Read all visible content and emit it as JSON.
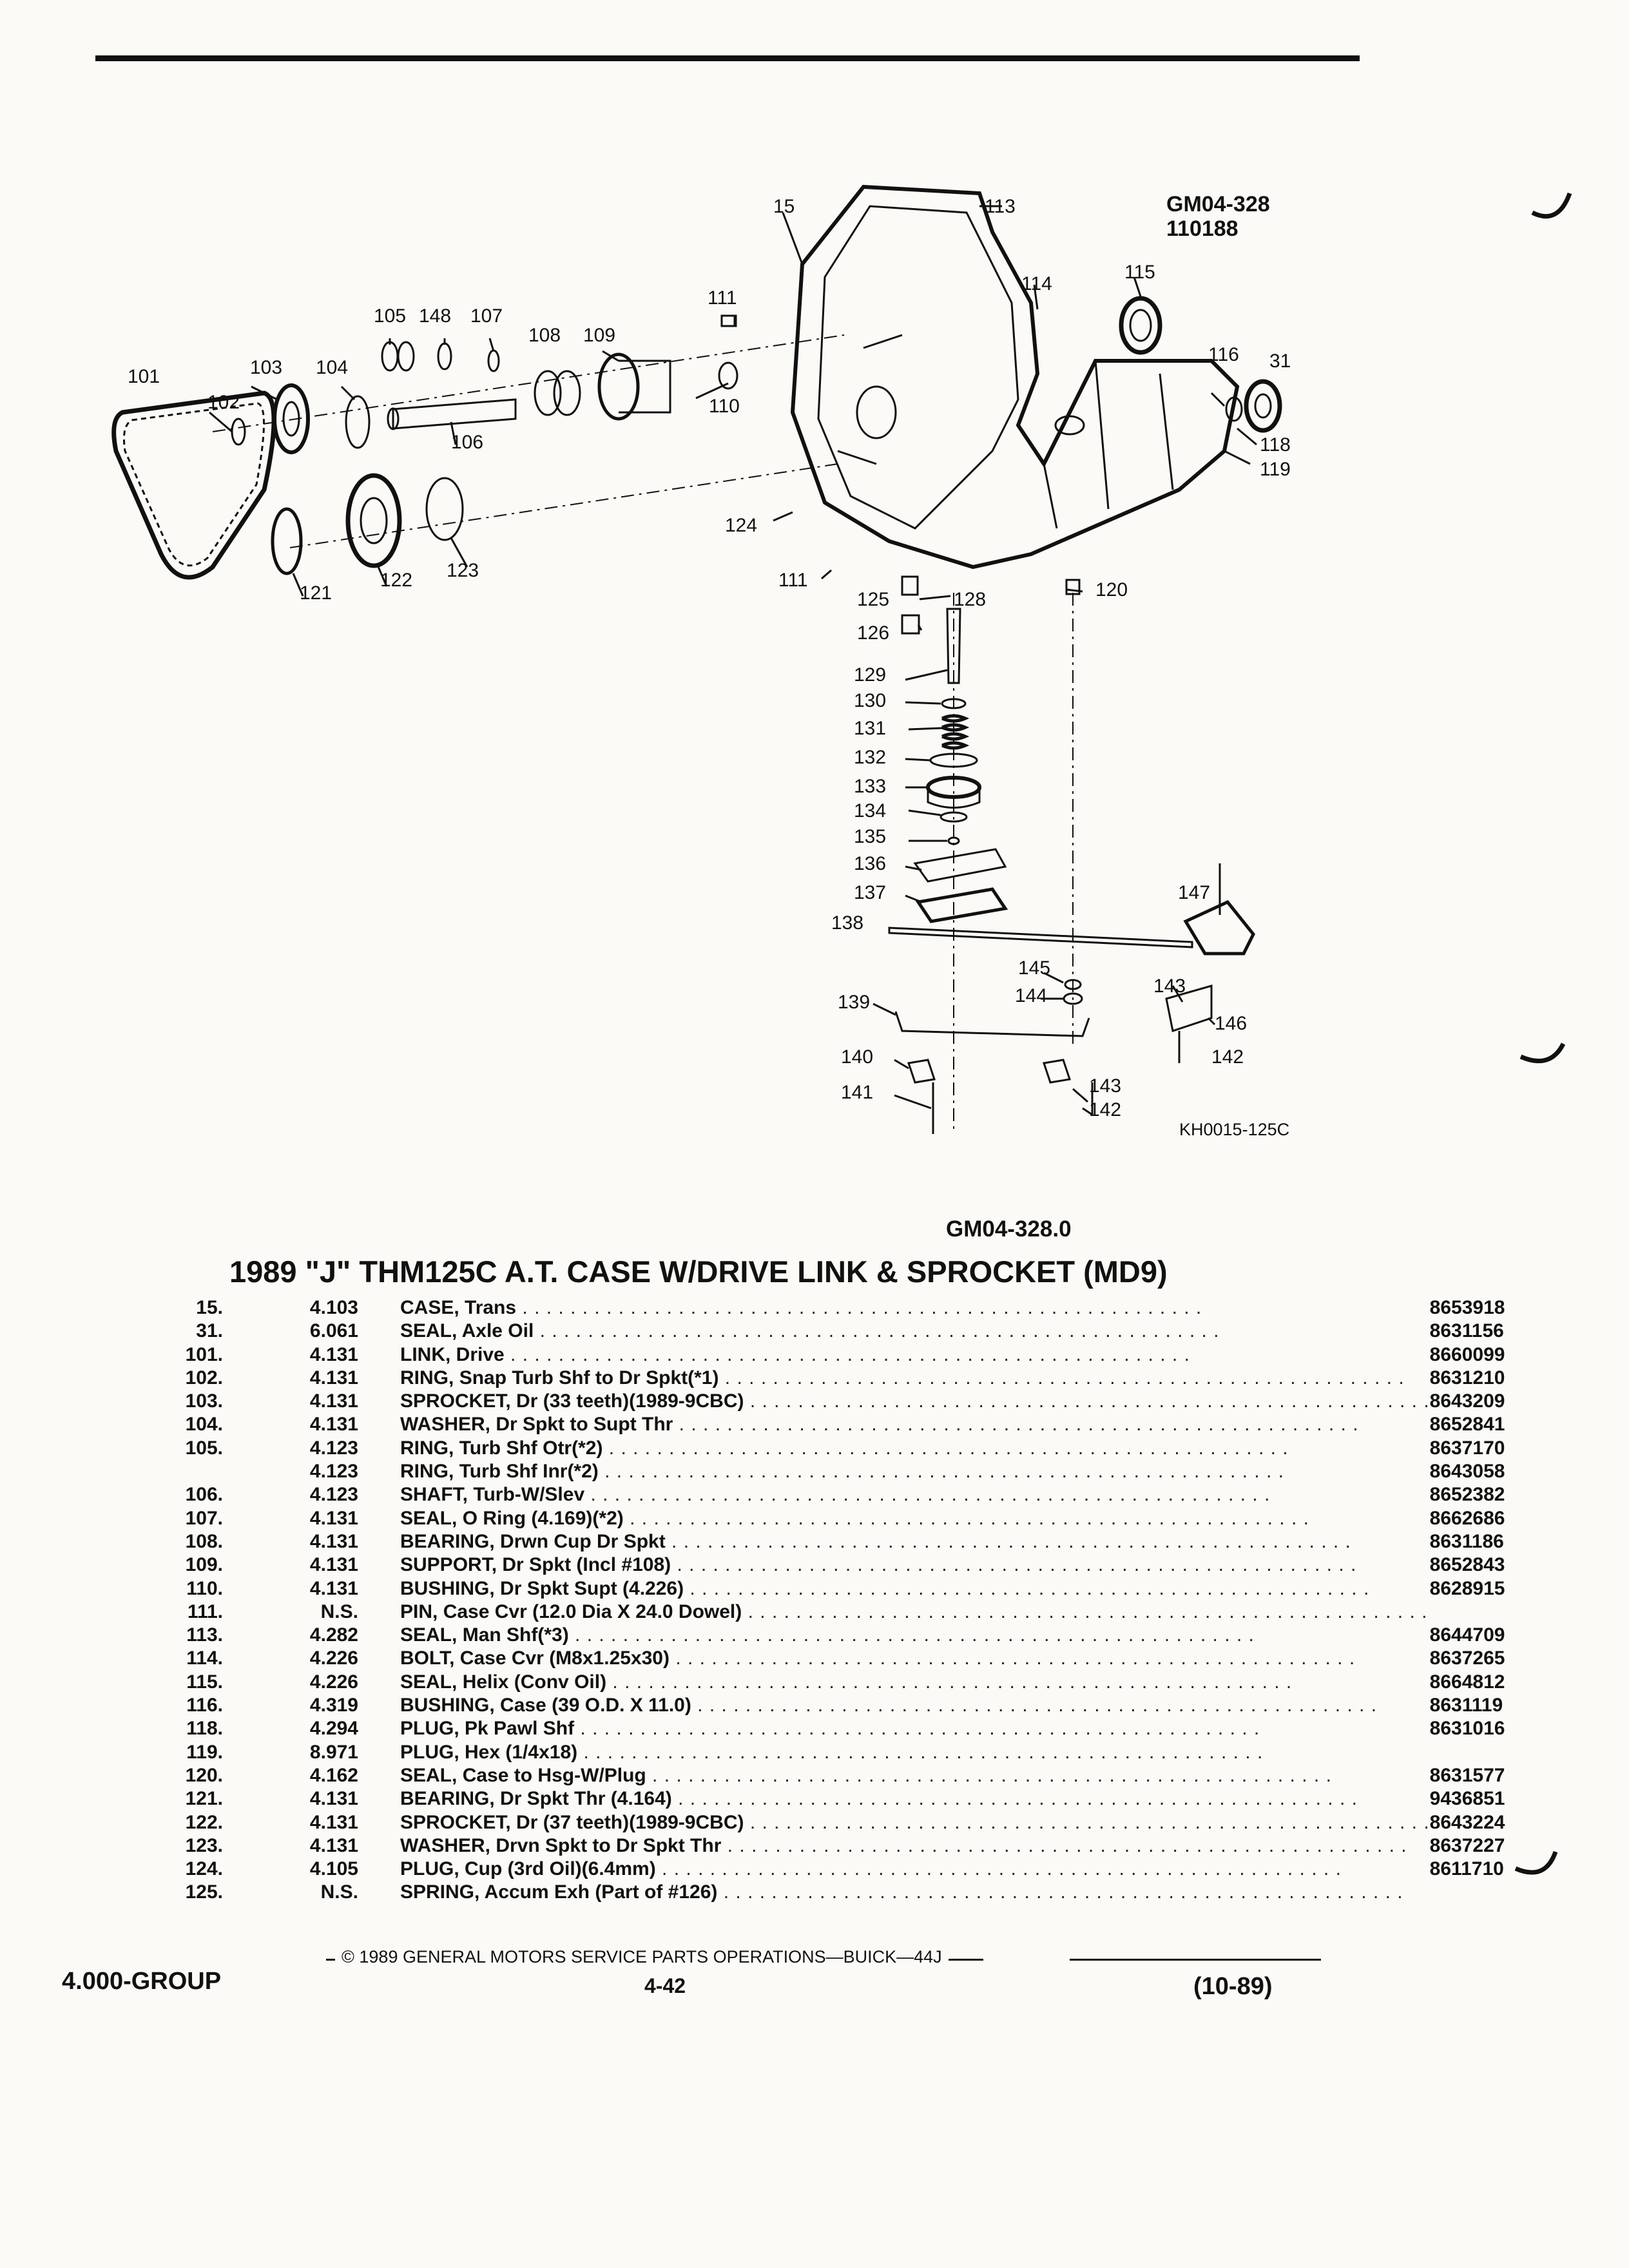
{
  "diagram": {
    "codes": [
      "GM04-328",
      "110188"
    ],
    "image_id": "KH0015-125C",
    "callouts": [
      "15",
      "113",
      "114",
      "115",
      "116",
      "31",
      "118",
      "119",
      "111",
      "105",
      "148",
      "107",
      "108",
      "109",
      "110",
      "101",
      "102",
      "103",
      "104",
      "106",
      "121",
      "122",
      "123",
      "124",
      "111",
      "125",
      "128",
      "120",
      "126",
      "129",
      "130",
      "131",
      "132",
      "133",
      "134",
      "135",
      "136",
      "137",
      "138",
      "147",
      "145",
      "144",
      "143",
      "146",
      "142",
      "139",
      "140",
      "143",
      "142",
      "141"
    ]
  },
  "subtitle_code": "GM04-328.0",
  "title": "1989 \"J\" THM125C A.T. CASE W/DRIVE LINK & SPROCKET (MD9)",
  "parts": [
    {
      "no": "15.",
      "grp": "4.103",
      "name": "CASE,",
      "detail": "Trans",
      "pn": "8653918"
    },
    {
      "no": "31.",
      "grp": "6.061",
      "name": "SEAL,",
      "detail": "Axle Oil",
      "pn": "8631156"
    },
    {
      "no": "101.",
      "grp": "4.131",
      "name": "LINK,",
      "detail": "Drive",
      "pn": "8660099"
    },
    {
      "no": "102.",
      "grp": "4.131",
      "name": "RING,",
      "detail": "Snap Turb Shf to Dr Spkt(*1)",
      "pn": "8631210"
    },
    {
      "no": "103.",
      "grp": "4.131",
      "name": "SPROCKET,",
      "detail": "Dr (33 teeth)(1989-9CBC)",
      "pn": "8643209"
    },
    {
      "no": "104.",
      "grp": "4.131",
      "name": "WASHER,",
      "detail": "Dr Spkt to Supt Thr",
      "pn": "8652841"
    },
    {
      "no": "105.",
      "grp": "4.123",
      "name": "RING,",
      "detail": "Turb Shf Otr(*2)",
      "pn": "8637170"
    },
    {
      "no": "",
      "grp": "4.123",
      "name": "RING,",
      "detail": "Turb Shf Inr(*2)",
      "pn": "8643058"
    },
    {
      "no": "106.",
      "grp": "4.123",
      "name": "SHAFT,",
      "detail": "Turb-W/Slev",
      "pn": "8652382"
    },
    {
      "no": "107.",
      "grp": "4.131",
      "name": "SEAL,",
      "detail": "O Ring (4.169)(*2)",
      "pn": "8662686"
    },
    {
      "no": "108.",
      "grp": "4.131",
      "name": "BEARING,",
      "detail": "Drwn Cup Dr Spkt",
      "pn": "8631186"
    },
    {
      "no": "109.",
      "grp": "4.131",
      "name": "SUPPORT,",
      "detail": "Dr Spkt (Incl #108)",
      "pn": "8652843"
    },
    {
      "no": "110.",
      "grp": "4.131",
      "name": "BUSHING,",
      "detail": "Dr Spkt Supt (4.226)",
      "pn": "8628915"
    },
    {
      "no": "111.",
      "grp": "N.S.",
      "name": "PIN,",
      "detail": "Case Cvr (12.0 Dia X 24.0 Dowel)",
      "pn": ""
    },
    {
      "no": "113.",
      "grp": "4.282",
      "name": "SEAL,",
      "detail": "Man Shf(*3)",
      "pn": "8644709"
    },
    {
      "no": "114.",
      "grp": "4.226",
      "name": "BOLT,",
      "detail": "Case Cvr (M8x1.25x30)",
      "pn": "8637265"
    },
    {
      "no": "115.",
      "grp": "4.226",
      "name": "SEAL,",
      "detail": "Helix (Conv Oil)",
      "pn": "8664812"
    },
    {
      "no": "116.",
      "grp": "4.319",
      "name": "BUSHING,",
      "detail": "Case (39 O.D. X 11.0)",
      "pn": "8631119"
    },
    {
      "no": "118.",
      "grp": "4.294",
      "name": "PLUG,",
      "detail": "Pk Pawl Shf",
      "pn": "8631016"
    },
    {
      "no": "119.",
      "grp": "8.971",
      "name": "PLUG,",
      "detail": "Hex (1/4x18)",
      "pn": ""
    },
    {
      "no": "120.",
      "grp": "4.162",
      "name": "SEAL,",
      "detail": "Case to Hsg-W/Plug",
      "pn": "8631577"
    },
    {
      "no": "121.",
      "grp": "4.131",
      "name": "BEARING,",
      "detail": "Dr Spkt Thr (4.164)",
      "pn": "9436851"
    },
    {
      "no": "122.",
      "grp": "4.131",
      "name": "SPROCKET,",
      "detail": "Dr (37 teeth)(1989-9CBC)",
      "pn": "8643224"
    },
    {
      "no": "123.",
      "grp": "4.131",
      "name": "WASHER,",
      "detail": "Drvn Spkt to Dr Spkt Thr",
      "pn": "8637227"
    },
    {
      "no": "124.",
      "grp": "4.105",
      "name": "PLUG,",
      "detail": "Cup (3rd Oil)(6.4mm)",
      "pn": "8611710"
    },
    {
      "no": "125.",
      "grp": "N.S.",
      "name": "SPRING,",
      "detail": "Accum Exh (Part of #126)",
      "pn": ""
    }
  ],
  "footer": {
    "copyright": "© 1989 GENERAL MOTORS SERVICE PARTS OPERATIONS—BUICK—44J",
    "group": "4.000-GROUP",
    "page": "4-42",
    "date": "(10-89)"
  }
}
